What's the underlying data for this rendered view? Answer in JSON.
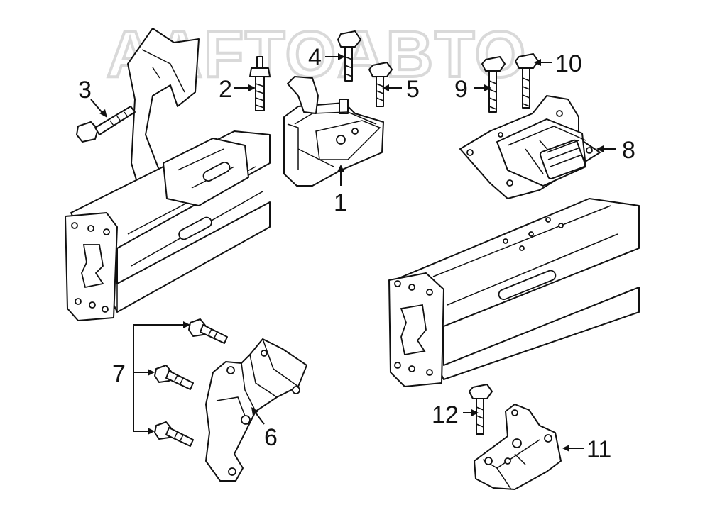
{
  "watermark": "AAFTOABTO",
  "callouts": {
    "c1": "1",
    "c2": "2",
    "c3": "3",
    "c4": "4",
    "c5": "5",
    "c6": "6",
    "c7": "7",
    "c8": "8",
    "c9": "9",
    "c10": "10",
    "c11": "11",
    "c12": "12"
  }
}
